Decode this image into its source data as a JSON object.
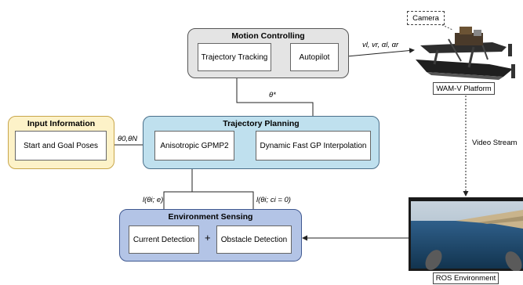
{
  "groups": {
    "motion": {
      "title": "Motion Controlling",
      "color": "#e4e4e4",
      "border": "#555555"
    },
    "input": {
      "title": "Input Information",
      "color": "#fdf2c8",
      "border": "#c8a64a"
    },
    "planning": {
      "title": "Trajectory Planning",
      "color": "#bfe0ee",
      "border": "#4a6f8a"
    },
    "sensing": {
      "title": "Environment Sensing",
      "color": "#b3c4e6",
      "border": "#3f5890"
    }
  },
  "boxes": {
    "trajectory_tracking": "Trajectory Tracking",
    "autopilot": "Autopilot",
    "start_goal": "Start and Goal Poses",
    "gpmp2": "Anisotropic GPMP2",
    "interpolation": "Dynamic Fast GP Interpolation",
    "current_detection": "Current Detection",
    "obstacle_detection": "Obstacle Detection"
  },
  "edge_labels": {
    "control_outputs": "vl, vr, αl, αr",
    "theta_star": "θ*",
    "theta_endpoints": "θ0,θN",
    "likelihood_current": "l(θi; e)",
    "likelihood_obstacle": "l(θi; ci = 0)",
    "plus": "+",
    "video_stream": "Video Stream"
  },
  "platform": {
    "camera_label": "Camera",
    "caption": "WAM-V Platform"
  },
  "environment": {
    "caption": "ROS Environment"
  }
}
